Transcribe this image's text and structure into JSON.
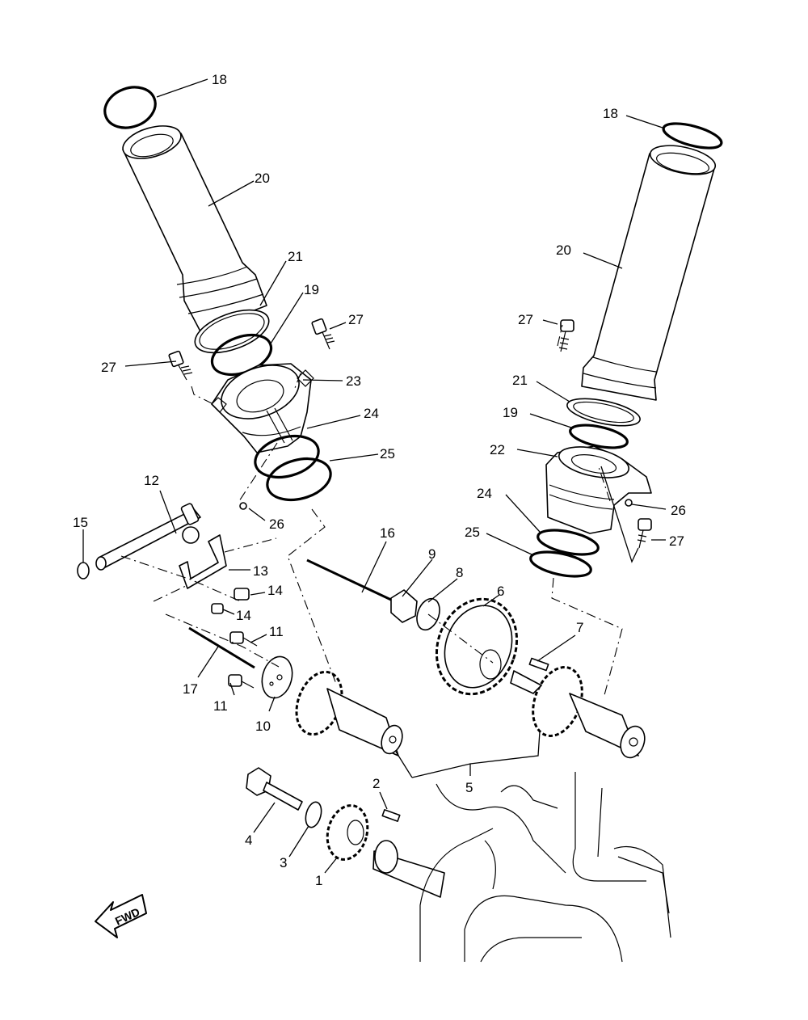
{
  "diagram": {
    "labels": [
      {
        "id": "L1",
        "text": "1"
      },
      {
        "id": "L2",
        "text": "2"
      },
      {
        "id": "L3",
        "text": "3"
      },
      {
        "id": "L4",
        "text": "4"
      },
      {
        "id": "L5",
        "text": "5"
      },
      {
        "id": "L6",
        "text": "6"
      },
      {
        "id": "L7",
        "text": "7"
      },
      {
        "id": "L8",
        "text": "8"
      },
      {
        "id": "L9",
        "text": "9"
      },
      {
        "id": "L10",
        "text": "10"
      },
      {
        "id": "L11a",
        "text": "11"
      },
      {
        "id": "L11b",
        "text": "11"
      },
      {
        "id": "L12",
        "text": "12"
      },
      {
        "id": "L13",
        "text": "13"
      },
      {
        "id": "L14a",
        "text": "14"
      },
      {
        "id": "L14b",
        "text": "14"
      },
      {
        "id": "L15",
        "text": "15"
      },
      {
        "id": "L16",
        "text": "16"
      },
      {
        "id": "L17",
        "text": "17"
      },
      {
        "id": "L18a",
        "text": "18"
      },
      {
        "id": "L18b",
        "text": "18"
      },
      {
        "id": "L19a",
        "text": "19"
      },
      {
        "id": "L19b",
        "text": "19"
      },
      {
        "id": "L20a",
        "text": "20"
      },
      {
        "id": "L20b",
        "text": "20"
      },
      {
        "id": "L21a",
        "text": "21"
      },
      {
        "id": "L21b",
        "text": "21"
      },
      {
        "id": "L22",
        "text": "22"
      },
      {
        "id": "L23",
        "text": "23"
      },
      {
        "id": "L24a",
        "text": "24"
      },
      {
        "id": "L24b",
        "text": "24"
      },
      {
        "id": "L25a",
        "text": "25"
      },
      {
        "id": "L25b",
        "text": "25"
      },
      {
        "id": "L26a",
        "text": "26"
      },
      {
        "id": "L26b",
        "text": "26"
      },
      {
        "id": "L27a",
        "text": "27"
      },
      {
        "id": "L27b",
        "text": "27"
      },
      {
        "id": "L27c",
        "text": "27"
      },
      {
        "id": "L27d",
        "text": "27"
      }
    ],
    "fwd_label": "FWD"
  }
}
